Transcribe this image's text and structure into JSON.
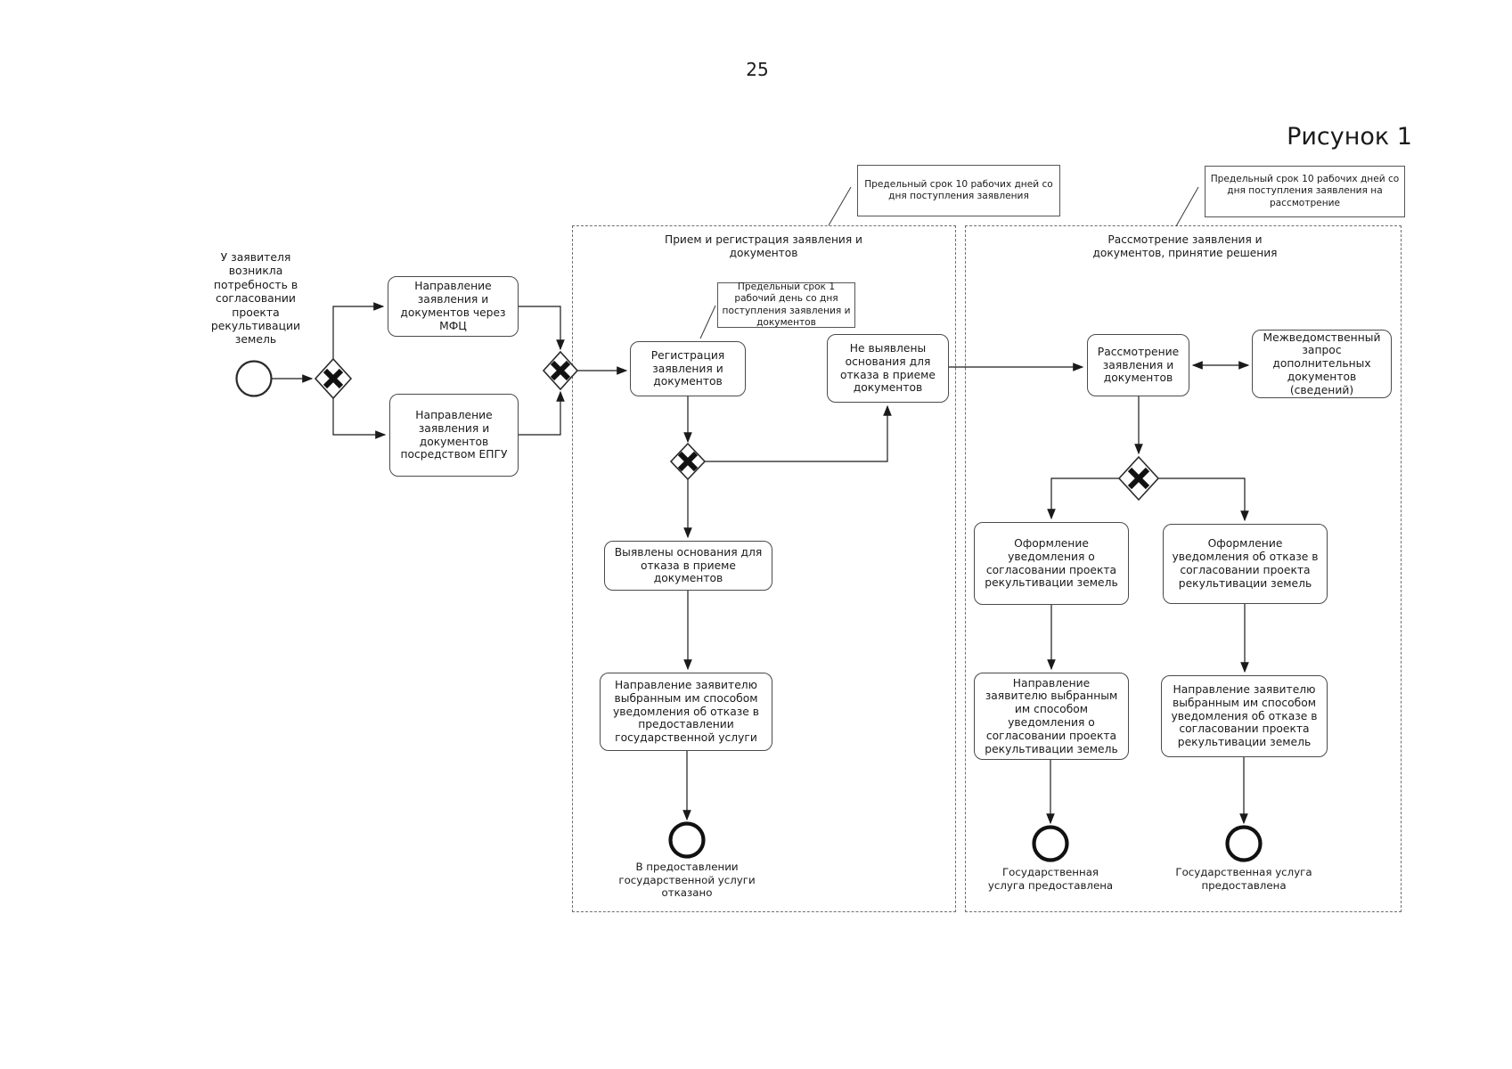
{
  "page": {
    "number": "25",
    "figure_caption": "Рисунок 1"
  },
  "colors": {
    "ink": "#1a1a1a",
    "box_border": "#4a4a4a",
    "container_border": "#6e6e6e",
    "annotation_border": "#555555",
    "background": "#ffffff"
  },
  "pre_process": {
    "start_event_label": "У заявителя\nвозникла\nпотребность в\nсогласовании\nпроекта\nрекультивации\nземель",
    "task_mfc": "Направление\nзаявления и\nдокументов через\nМФЦ",
    "task_epgu": "Направление\nзаявления и\nдокументов\nпосредством ЕПГУ"
  },
  "annotations": {
    "reception_term": "Предельный срок 10 рабочих дней со\nдня поступления заявления",
    "review_term": "Предельный срок 10 рабочих дней со\nдня поступления заявления на\nрассмотрение",
    "registration_term": "Предельный срок 1\nрабочий день со дня\nпоступления заявления и\nдокументов"
  },
  "reception_lane": {
    "title": "Прием и регистрация заявления и\nдокументов",
    "task_registration": "Регистрация\nзаявления и\nдокументов",
    "task_no_grounds": "Не выявлены\nоснования для\nотказа в приеме\nдокументов",
    "task_grounds_found": "Выявлены основания для\nотказа в приеме\nдокументов",
    "task_send_refusal_notice": "Направление заявителю\nвыбранным им способом\nуведомления об отказе в\nпредоставлении\nгосударственной услуги",
    "end_event_refused": "В предоставлении\nгосударственной услуги\nотказано"
  },
  "review_lane": {
    "title": "Рассмотрение заявления и\nдокументов, принятие решения",
    "task_review": "Рассмотрение\nзаявления и\nдокументов",
    "task_interagency_request": "Межведомственный\nзапрос\nдополнительных\nдокументов\n(сведений)",
    "task_approval_notice": "Оформление\nуведомления о\nсогласовании проекта\nрекультивации земель",
    "task_refusal_notice": "Оформление\nуведомления об отказе в\nсогласовании проекта\nрекультивации земель",
    "task_send_approval_notice": "Направление\nзаявителю выбранным\nим способом\nуведомления о\nсогласовании проекта\nрекультивации земель",
    "task_send_refusal_notice": "Направление заявителю\nвыбранным им способом\nуведомления об отказе в\nсогласовании проекта\nрекультивации земель",
    "end_event_provided_left": "Государственная\nуслуга предоставлена",
    "end_event_provided_right": "Государственная услуга\nпредоставлена"
  }
}
